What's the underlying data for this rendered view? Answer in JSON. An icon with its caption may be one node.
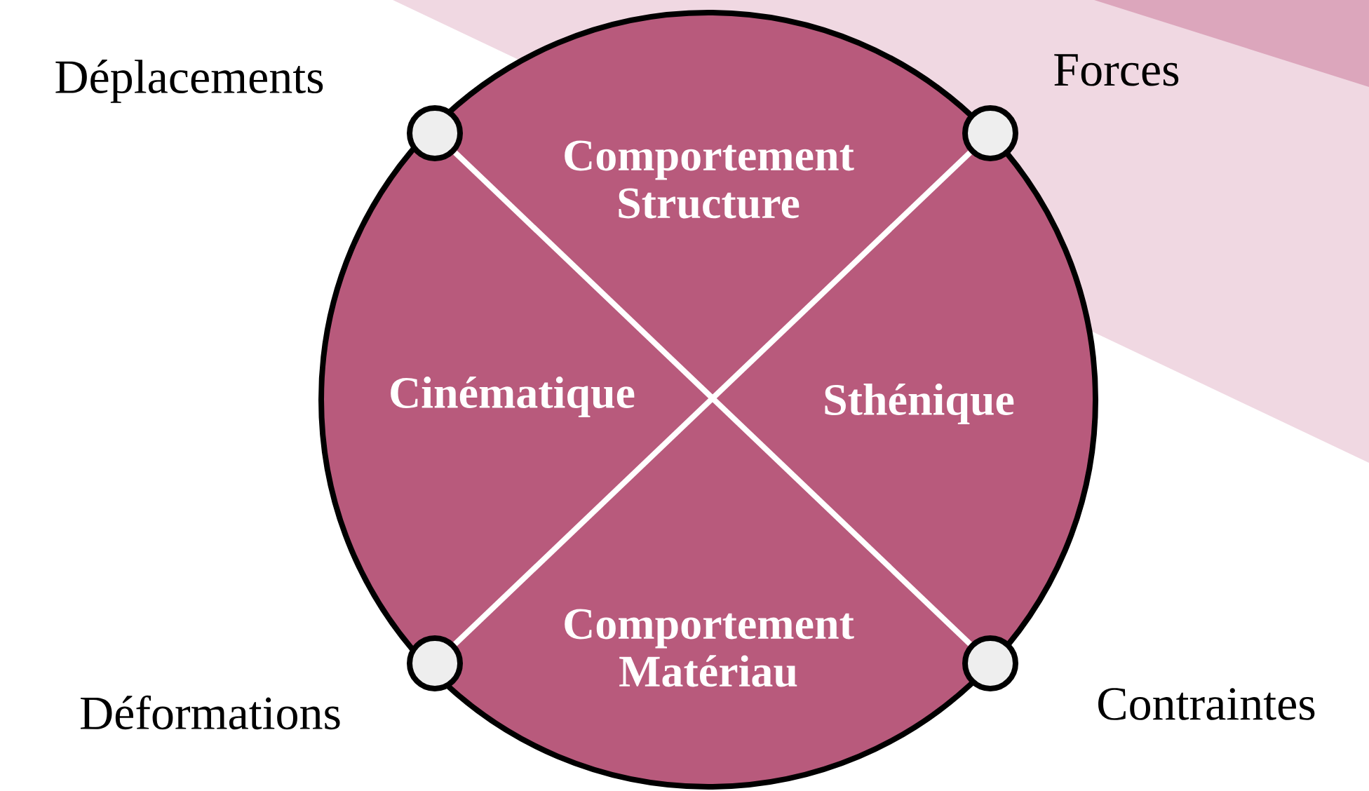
{
  "diagram": {
    "nodes": [
      {
        "text": [
          "Comportement Structure",
          "Cinématique",
          "Sthénique",
          "Comportement Matériau"
        ]
      },
      {
        "text": [],
        "shape": "circle",
        "in": 0
      },
      {
        "text": [],
        "shape": "circle",
        "in": 0
      },
      {
        "text": [],
        "shape": "circle",
        "in": 0
      },
      {
        "text": [],
        "shape": "circle",
        "in": 0
      }
    ],
    "edges": [
      {
        "from": 1,
        "to": 4,
        "arrow": "none",
        "color": "#ffffff"
      },
      {
        "from": 2,
        "to": 3,
        "arrow": "none",
        "color": "#ffffff"
      }
    ],
    "labels": [
      "Déplacements",
      "Forces",
      "Déformations",
      "Contraintes"
    ]
  }
}
